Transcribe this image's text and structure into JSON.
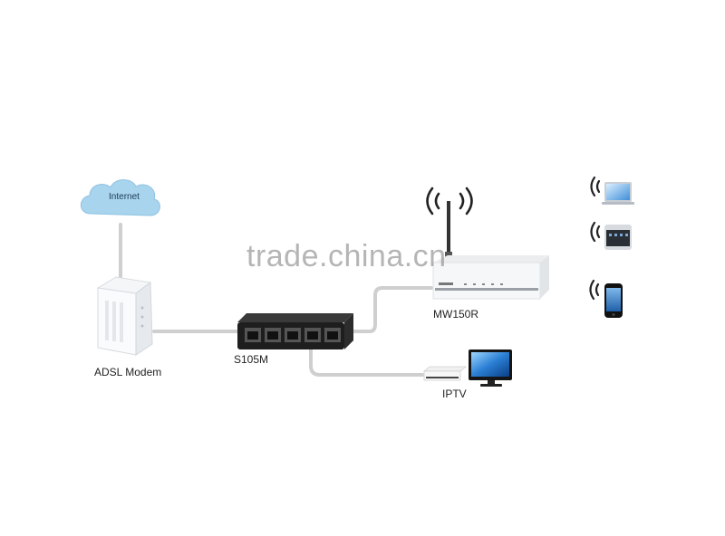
{
  "labels": {
    "internet": "Internet",
    "modem": "ADSL Modem",
    "switch": "S105M",
    "router": "MW150R",
    "iptv": "IPTV"
  },
  "watermark": "trade.china.cn",
  "colors": {
    "cloud": "#a9d4ee",
    "cable": "#cfcfcf",
    "switch_body": "#1e1e1e",
    "screen": "#2a7fd4"
  }
}
